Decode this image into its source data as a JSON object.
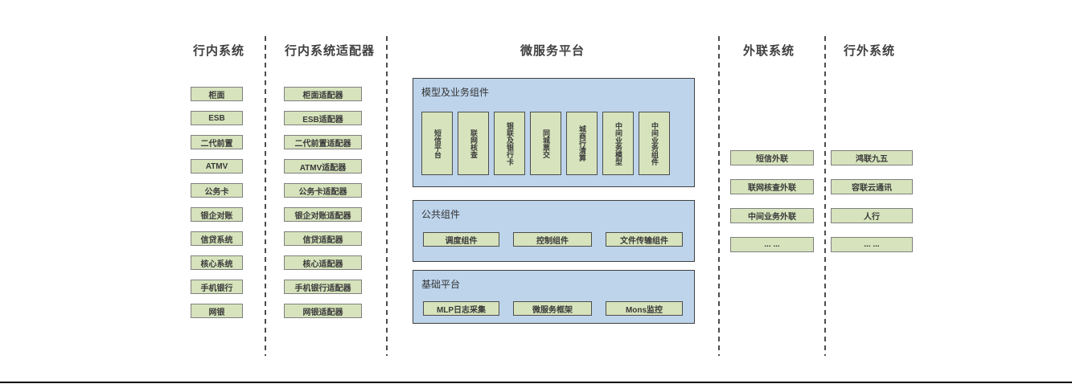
{
  "colors": {
    "green_fill": "#d6e3bc",
    "green_border": "#7f7f7f",
    "blue_panel_fill": "#bdd4eb",
    "panel_border": "#404040",
    "text": "#333333"
  },
  "columns": {
    "in_bank": {
      "title": "行内系统",
      "items": [
        "柜面",
        "ESB",
        "二代前置",
        "ATMV",
        "公务卡",
        "银企对账",
        "信贷系统",
        "核心系统",
        "手机银行",
        "网银"
      ]
    },
    "adapters": {
      "title": "行内系统适配器",
      "items": [
        "柜面适配器",
        "ESB适配器",
        "二代前置适配器",
        "ATMV适配器",
        "公务卡适配器",
        "银企对账适配器",
        "信贷适配器",
        "核心适配器",
        "手机银行适配器",
        "网银适配器"
      ]
    },
    "platform": {
      "title": "微服务平台",
      "panels": {
        "model": {
          "title": "模型及业务组件",
          "items": [
            "短信平台",
            "联网核查",
            "银联及银行卡",
            "同城票交",
            "城商行清算",
            "中间业务模型",
            "中间业务组件"
          ]
        },
        "common": {
          "title": "公共组件",
          "items": [
            "调度组件",
            "控制组件",
            "文件传输组件"
          ]
        },
        "base": {
          "title": "基础平台",
          "items": [
            "MLP日志采集",
            "微服务框架",
            "Mons监控"
          ]
        }
      }
    },
    "external": {
      "title": "外联系统",
      "items": [
        "短信外联",
        "联网核查外联",
        "中间业务外联",
        "... ..."
      ]
    },
    "out_of_bank": {
      "title": "行外系统",
      "items": [
        "鸿联九五",
        "容联云通讯",
        "人行",
        "... ..."
      ]
    }
  }
}
